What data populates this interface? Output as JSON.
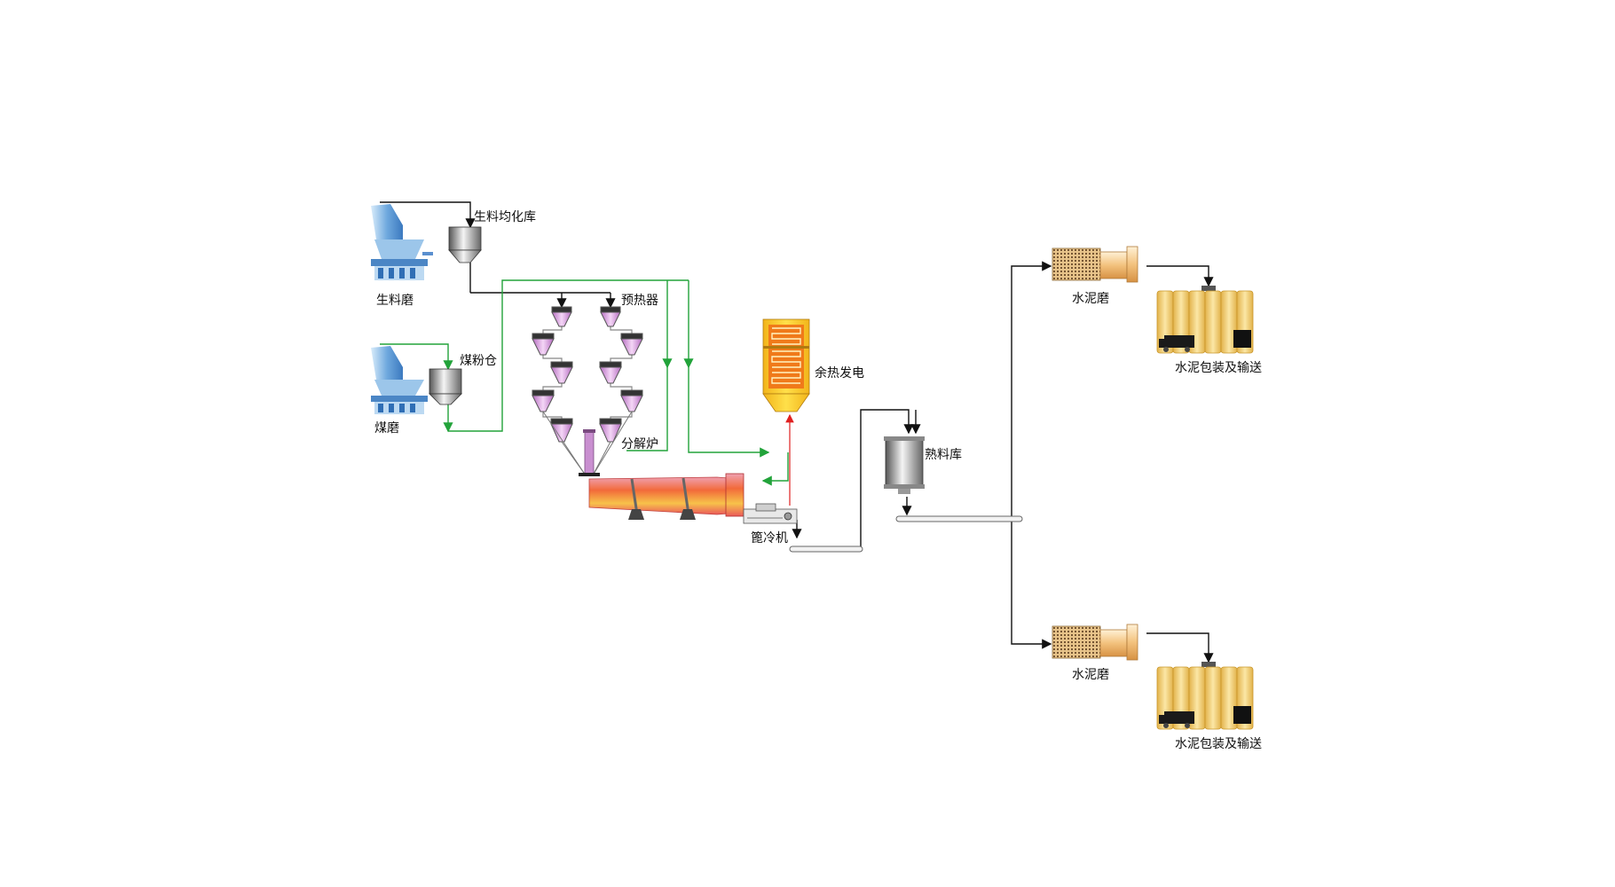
{
  "labels": {
    "raw_mill": "生料磨",
    "raw_silo": "生料均化库",
    "preheater": "预热器",
    "coal_mill": "煤磨",
    "coal_bin": "煤粉仓",
    "calciner": "分解炉",
    "whr": "余热发电",
    "cooler": "篦冷机",
    "clinker_silo": "熟料库",
    "cement_mill_1": "水泥磨",
    "cement_mill_2": "水泥磨",
    "packing_1": "水泥包装及输送",
    "packing_2": "水泥包装及输送"
  },
  "colors": {
    "flow_material": "#111111",
    "flow_coal": "#22a33a",
    "flow_heat": "#e02020",
    "mill_blue": "#7fb2e0",
    "cyclone_pink": "#d79ad8",
    "kiln_orange": "#f08040",
    "silo_gray": "#9a9a9a",
    "bag_yellow": "#f2cf6a"
  }
}
